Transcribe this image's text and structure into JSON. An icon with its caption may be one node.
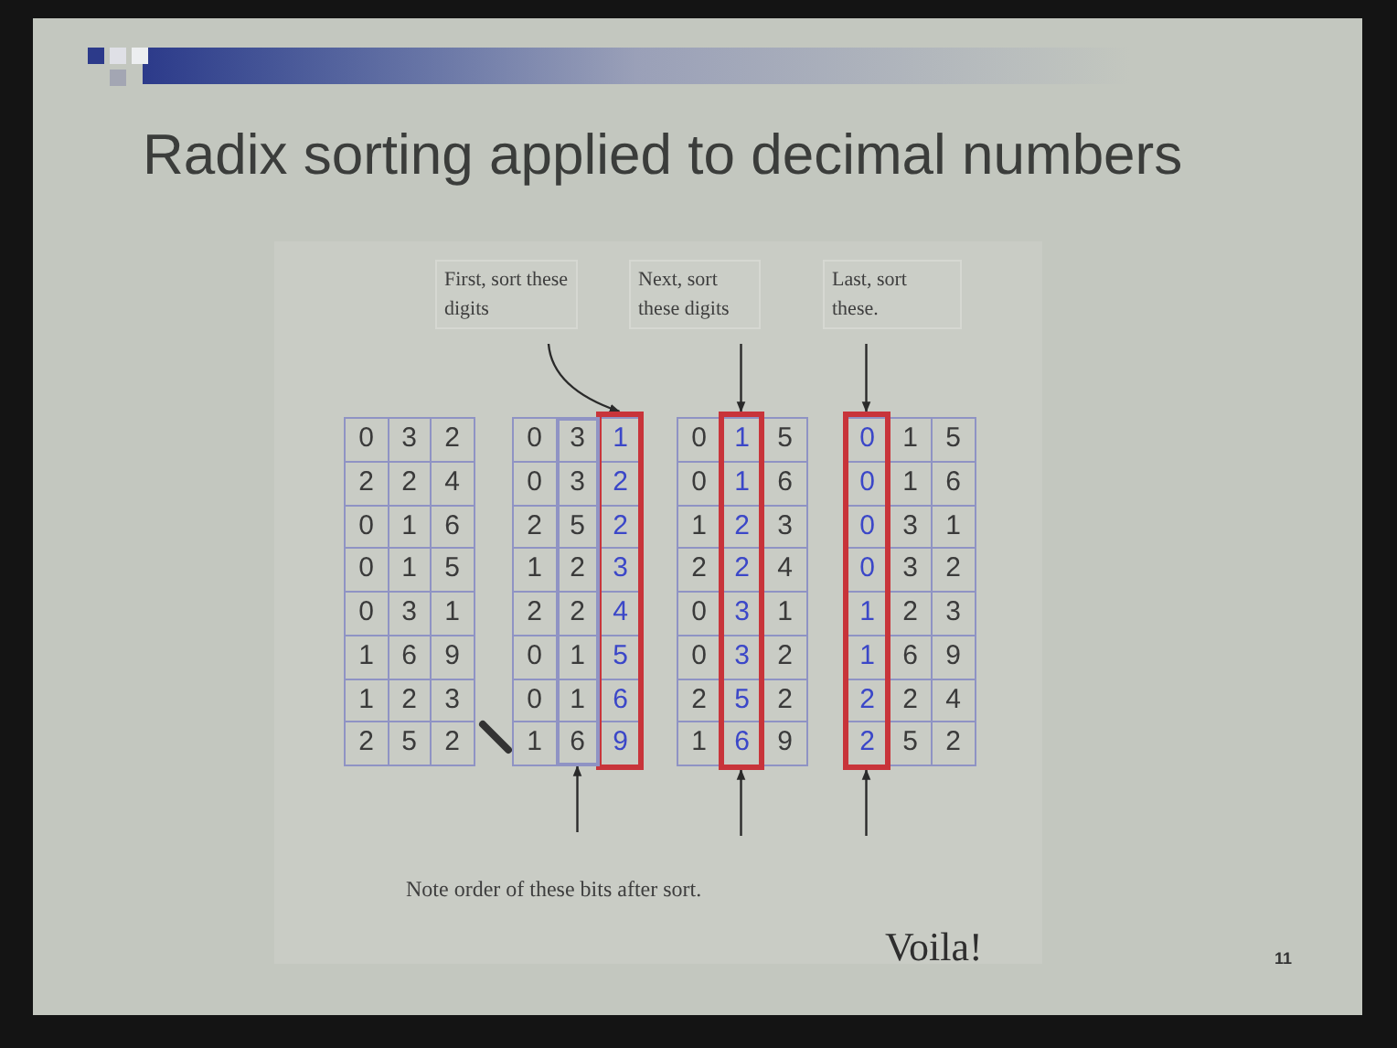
{
  "diagram": {
    "title": "Radix sorting applied to decimal numbers",
    "nodes": [
      {
        "text": [
          "First, sort these digits"
        ]
      },
      {
        "text": [
          "Next, sort these digits"
        ]
      },
      {
        "text": [
          "Last, sort these."
        ]
      },
      {
        "text": [],
        "shape": "box"
      },
      {
        "text": [],
        "shape": "box"
      },
      {
        "text": [],
        "shape": "box"
      },
      {
        "text": [],
        "shape": "column"
      }
    ],
    "edges": [
      {
        "from": 0,
        "to": 3,
        "arrow": "to"
      },
      {
        "from": 1,
        "to": 4,
        "arrow": "to"
      },
      {
        "from": 2,
        "to": 5,
        "arrow": "to"
      },
      {
        "from": null,
        "to": 6,
        "arrow": "to"
      },
      {
        "from": null,
        "to": 4,
        "arrow": "to"
      },
      {
        "from": null,
        "to": 5,
        "arrow": "to"
      }
    ],
    "labels": [
      "0",
      "3",
      "2",
      "2",
      "2",
      "4",
      "0",
      "1",
      "6",
      "0",
      "1",
      "5",
      "0",
      "3",
      "1",
      "1",
      "6",
      "9",
      "1",
      "2",
      "3",
      "2",
      "5",
      "2",
      "0",
      "3",
      "1",
      "0",
      "3",
      "2",
      "2",
      "5",
      "2",
      "1",
      "2",
      "3",
      "2",
      "2",
      "4",
      "0",
      "1",
      "5",
      "0",
      "1",
      "6",
      "1",
      "6",
      "9",
      "0",
      "1",
      "5",
      "0",
      "1",
      "6",
      "1",
      "2",
      "3",
      "2",
      "2",
      "4",
      "0",
      "3",
      "1",
      "0",
      "3",
      "2",
      "2",
      "5",
      "2",
      "1",
      "6",
      "9",
      "0",
      "1",
      "5",
      "0",
      "1",
      "6",
      "0",
      "3",
      "1",
      "0",
      "3",
      "2",
      "1",
      "2",
      "3",
      "1",
      "6",
      "9",
      "2",
      "2",
      "4",
      "2",
      "5",
      "2",
      "Note order of these bits after sort.",
      "Voila!",
      "11"
    ]
  }
}
